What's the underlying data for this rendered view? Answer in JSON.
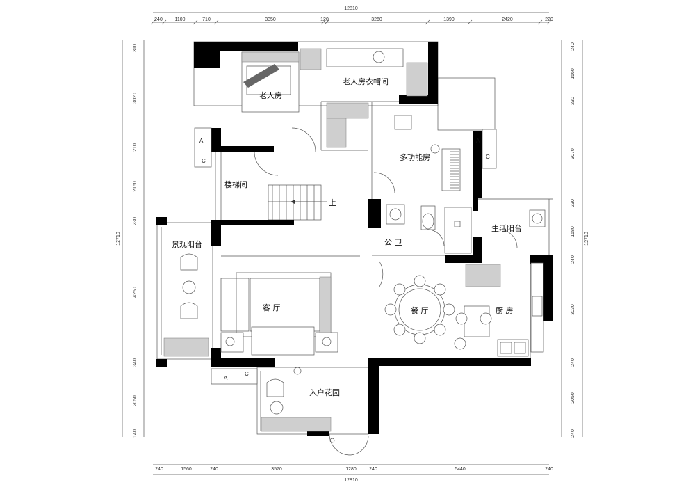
{
  "dimensions": {
    "top_total": "12810",
    "top": [
      "240",
      "1100",
      "710",
      "3350",
      "120",
      "3260",
      "1390",
      "2420",
      "220"
    ],
    "bottom_total": "12810",
    "bottom": [
      "240",
      "1560",
      "240",
      "3570",
      "1280",
      "240",
      "5440",
      "240"
    ],
    "left": [
      "310",
      "3020",
      "210",
      "2160",
      "230",
      "4250",
      "340",
      "2050",
      "140"
    ],
    "left_total": "12710",
    "right": [
      "240",
      "1560",
      "230",
      "3070",
      "230",
      "1580",
      "240",
      "3030",
      "240",
      "2050",
      "240"
    ],
    "right_total": "12710"
  },
  "rooms": {
    "elder_room": "老人房",
    "elder_closet": "老人房衣帽间",
    "multi_room": "多功能房",
    "stairwell": "楼梯间",
    "up": "上",
    "public_bath": "公 卫",
    "service_balcony": "生活阳台",
    "view_balcony": "景观阳台",
    "living": "客 厅",
    "dining": "餐 厅",
    "kitchen": "厨 房",
    "entry_garden": "入户花园"
  },
  "ac_labels": {
    "a": "A",
    "c": "C"
  }
}
